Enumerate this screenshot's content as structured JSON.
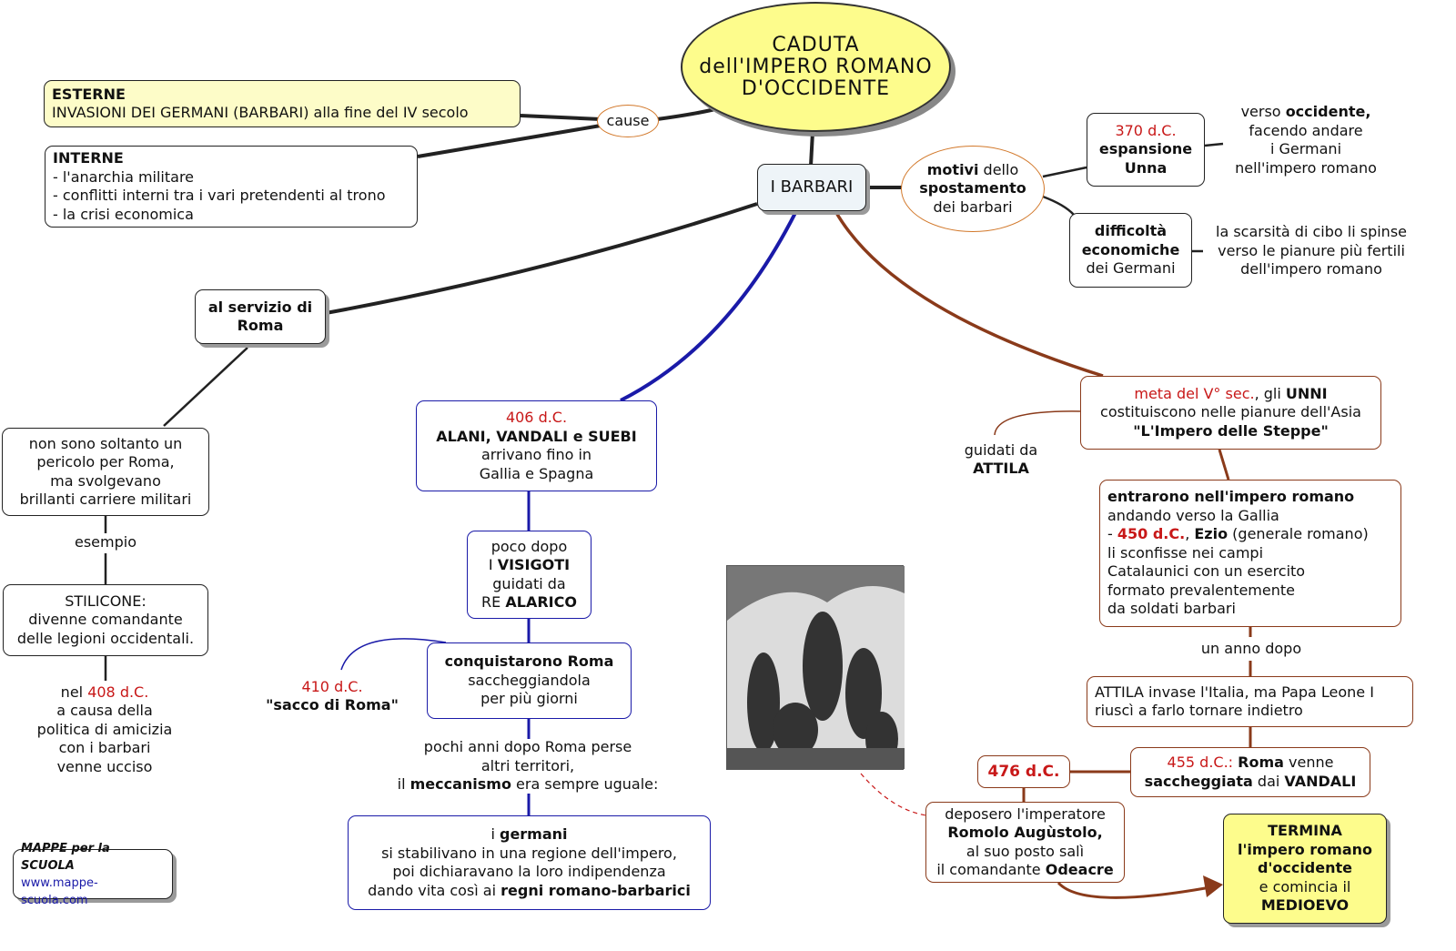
{
  "colors": {
    "accent_yellow": "#fdfca0",
    "red_text": "#c81818",
    "blue_link": "#1a1aa8",
    "brown_link": "#8a3a1a"
  },
  "nodes": {
    "title": {
      "lines": [
        [
          {
            "t": "CADUTA"
          }
        ],
        [
          {
            "t": "dell'IMPERO ROMANO"
          }
        ],
        [
          {
            "t": "D'OCCIDENTE"
          }
        ]
      ]
    },
    "cause": {
      "lines": [
        [
          {
            "t": "cause"
          }
        ]
      ]
    },
    "esterne": {
      "lines": [
        [
          {
            "t": "ESTERNE",
            "b": 1
          }
        ],
        [
          {
            "t": "INVASIONI DEI GERMANI (BARBARI) alla fine del IV secolo"
          }
        ]
      ]
    },
    "interne": {
      "lines": [
        [
          {
            "t": "INTERNE",
            "b": 1
          }
        ],
        [
          {
            "t": "- l'anarchia militare"
          }
        ],
        [
          {
            "t": "- conflitti interni tra i vari pretendenti al trono"
          }
        ],
        [
          {
            "t": "- la crisi economica"
          }
        ]
      ]
    },
    "barbari": {
      "lines": [
        [
          {
            "t": "I BARBARI"
          }
        ]
      ]
    },
    "motivi": {
      "lines": [
        [
          {
            "t": "motivi",
            "b": 1
          },
          {
            "t": " dello"
          }
        ],
        [
          {
            "t": "spostamento",
            "b": 1
          }
        ],
        [
          {
            "t": "dei barbari"
          }
        ]
      ]
    },
    "unna": {
      "lines": [
        [
          {
            "t": "370 d.C.",
            "r": 1
          }
        ],
        [
          {
            "t": "espansione",
            "b": 1
          }
        ],
        [
          {
            "t": "Unna",
            "b": 1
          }
        ]
      ]
    },
    "occidente": {
      "lines": [
        [
          {
            "t": "verso "
          },
          {
            "t": "occidente,",
            "b": 1
          }
        ],
        [
          {
            "t": "facendo andare"
          }
        ],
        [
          {
            "t": "i Germani"
          }
        ],
        [
          {
            "t": "nell'impero romano"
          }
        ]
      ]
    },
    "difficolta": {
      "lines": [
        [
          {
            "t": "difficoltà",
            "b": 1
          }
        ],
        [
          {
            "t": "economiche",
            "b": 1
          }
        ],
        [
          {
            "t": "dei Germani"
          }
        ]
      ]
    },
    "scarsita": {
      "lines": [
        [
          {
            "t": "la scarsità di cibo li spinse"
          }
        ],
        [
          {
            "t": "verso le pianure più fertili"
          }
        ],
        [
          {
            "t": "dell'impero romano"
          }
        ]
      ]
    },
    "servizio": {
      "lines": [
        [
          {
            "t": "al servizio di",
            "b": 1
          }
        ],
        [
          {
            "t": "Roma",
            "b": 1
          }
        ]
      ]
    },
    "nonsono": {
      "lines": [
        [
          {
            "t": "non sono soltanto un"
          }
        ],
        [
          {
            "t": "pericolo per Roma,"
          }
        ],
        [
          {
            "t": "ma svolgevano"
          }
        ],
        [
          {
            "t": "brillanti carriere militari"
          }
        ]
      ]
    },
    "esempio": {
      "lines": [
        [
          {
            "t": "esempio"
          }
        ]
      ]
    },
    "stilicone": {
      "lines": [
        [
          {
            "t": "STILICONE:"
          }
        ],
        [
          {
            "t": "divenne comandante"
          }
        ],
        [
          {
            "t": "delle legioni occidentali."
          }
        ]
      ]
    },
    "ucciso": {
      "lines": [
        [
          {
            "t": "nel "
          },
          {
            "t": "408 d.C.",
            "r": 1
          }
        ],
        [
          {
            "t": "a causa della"
          }
        ],
        [
          {
            "t": "politica di amicizia"
          }
        ],
        [
          {
            "t": "con i barbari"
          }
        ],
        [
          {
            "t": "venne ucciso"
          }
        ]
      ]
    },
    "alani": {
      "lines": [
        [
          {
            "t": "406 d.C.",
            "r": 1
          }
        ],
        [
          {
            "t": "ALANI, VANDALI e SUEBI",
            "b": 1
          }
        ],
        [
          {
            "t": "arrivano fino in"
          }
        ],
        [
          {
            "t": "Gallia e Spagna"
          }
        ]
      ]
    },
    "visigoti": {
      "lines": [
        [
          {
            "t": "poco dopo"
          }
        ],
        [
          {
            "t": "I "
          },
          {
            "t": "VISIGOTI",
            "b": 1
          }
        ],
        [
          {
            "t": "guidati da"
          }
        ],
        [
          {
            "t": "RE "
          },
          {
            "t": "ALARICO",
            "b": 1
          }
        ]
      ]
    },
    "conquistarono": {
      "lines": [
        [
          {
            "t": "conquistarono Roma",
            "b": 1
          }
        ],
        [
          {
            "t": "saccheggiandola"
          }
        ],
        [
          {
            "t": "per più giorni"
          }
        ]
      ]
    },
    "sacco": {
      "lines": [
        [
          {
            "t": "410 d.C.",
            "r": 1
          }
        ],
        [
          {
            "t": "\"sacco di Roma\"",
            "b": 1
          }
        ]
      ]
    },
    "pochianni": {
      "lines": [
        [
          {
            "t": "pochi anni dopo Roma perse"
          }
        ],
        [
          {
            "t": "altri territori,"
          }
        ],
        [
          {
            "t": "il "
          },
          {
            "t": "meccanismo",
            "b": 1
          },
          {
            "t": " era sempre uguale:"
          }
        ]
      ]
    },
    "germani": {
      "lines": [
        [
          {
            "t": "i "
          },
          {
            "t": "germani",
            "b": 1
          }
        ],
        [
          {
            "t": "si stabilivano in una regione dell'impero,"
          }
        ],
        [
          {
            "t": "poi dichiaravano la loro indipendenza"
          }
        ],
        [
          {
            "t": "dando vita così ai "
          },
          {
            "t": "regni romano-barbarici",
            "b": 1
          }
        ]
      ]
    },
    "unni": {
      "lines": [
        [
          {
            "t": "meta del V° sec.",
            "r": 1
          },
          {
            "t": ", gli "
          },
          {
            "t": "UNNI",
            "b": 1
          }
        ],
        [
          {
            "t": "costituiscono nelle pianure dell'Asia"
          }
        ],
        [
          {
            "t": "\"L'Impero delle Steppe\"",
            "b": 1
          }
        ]
      ]
    },
    "attila": {
      "lines": [
        [
          {
            "t": "guidati da"
          }
        ],
        [
          {
            "t": "ATTILA",
            "b": 1
          }
        ]
      ]
    },
    "entrarono": {
      "lines": [
        [
          {
            "t": "entrarono nell'impero romano",
            "b": 1
          }
        ],
        [
          {
            "t": "andando verso la Gallia"
          }
        ],
        [
          {
            "t": "- "
          },
          {
            "t": "450 d.C.",
            "b": 1,
            "r": 1
          },
          {
            "t": ", "
          },
          {
            "t": "Ezio",
            "b": 1
          },
          {
            "t": " (generale romano)"
          }
        ],
        [
          {
            "t": "li sconfisse nei campi"
          }
        ],
        [
          {
            "t": "Catalaunici con un esercito"
          }
        ],
        [
          {
            "t": "formato prevalentemente"
          }
        ],
        [
          {
            "t": "da soldati barbari"
          }
        ]
      ]
    },
    "annodopo": {
      "lines": [
        [
          {
            "t": "un anno dopo"
          }
        ]
      ]
    },
    "invase": {
      "lines": [
        [
          {
            "t": "ATTILA invase l'Italia, ma Papa Leone I"
          }
        ],
        [
          {
            "t": "riuscì a farlo tornare indietro"
          }
        ]
      ]
    },
    "vandali": {
      "lines": [
        [
          {
            "t": "455 d.C.:",
            "r": 1
          },
          {
            "t": " "
          },
          {
            "t": "Roma",
            "b": 1
          },
          {
            "t": " venne"
          }
        ],
        [
          {
            "t": "saccheggiata",
            "b": 1
          },
          {
            "t": " dai "
          },
          {
            "t": "VANDALI",
            "b": 1
          }
        ]
      ]
    },
    "y476": {
      "lines": [
        [
          {
            "t": "476 d.C.",
            "b": 1,
            "r": 1
          }
        ]
      ]
    },
    "deposero": {
      "lines": [
        [
          {
            "t": "deposero l'imperatore"
          }
        ],
        [
          {
            "t": "Romolo Augùstolo,",
            "b": 1
          }
        ],
        [
          {
            "t": "al suo posto salì"
          }
        ],
        [
          {
            "t": "il comandante "
          },
          {
            "t": "Odeacre",
            "b": 1
          }
        ]
      ]
    },
    "termina": {
      "lines": [
        [
          {
            "t": "TERMINA",
            "b": 1
          }
        ],
        [
          {
            "t": "l'impero romano",
            "b": 1
          }
        ],
        [
          {
            "t": "d'occidente",
            "b": 1
          }
        ],
        [
          {
            "t": "e comincia il"
          }
        ],
        [
          {
            "t": "MEDIOEVO",
            "b": 1
          }
        ]
      ]
    }
  },
  "logo": {
    "title": "MAPPE per la SCUOLA",
    "url": "www.mappe-scuola.com"
  }
}
